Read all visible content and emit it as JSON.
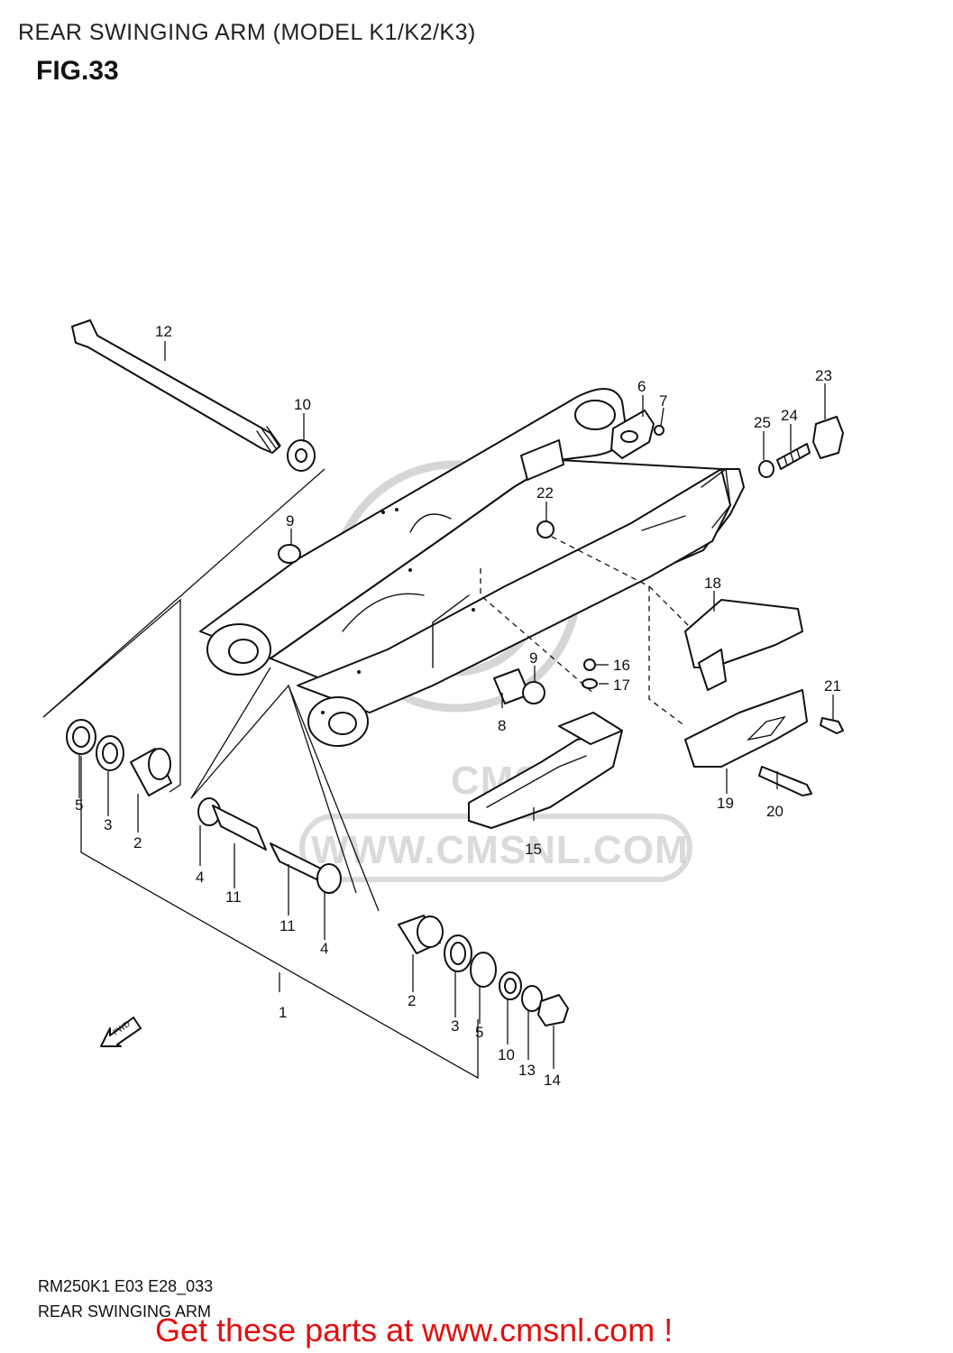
{
  "header": {
    "title": "REAR SWINGING ARM (MODEL K1/K2/K3)",
    "figure": "FIG.33"
  },
  "parts": [
    {
      "id": "p1",
      "number": "1"
    },
    {
      "id": "p2a",
      "number": "2"
    },
    {
      "id": "p2b",
      "number": "2"
    },
    {
      "id": "p3a",
      "number": "3"
    },
    {
      "id": "p3b",
      "number": "3"
    },
    {
      "id": "p4a",
      "number": "4"
    },
    {
      "id": "p4b",
      "number": "4"
    },
    {
      "id": "p5a",
      "number": "5"
    },
    {
      "id": "p5b",
      "number": "5"
    },
    {
      "id": "p6",
      "number": "6"
    },
    {
      "id": "p7",
      "number": "7"
    },
    {
      "id": "p8",
      "number": "8"
    },
    {
      "id": "p9a",
      "number": "9"
    },
    {
      "id": "p9b",
      "number": "9"
    },
    {
      "id": "p10a",
      "number": "10"
    },
    {
      "id": "p10b",
      "number": "10"
    },
    {
      "id": "p11a",
      "number": "11"
    },
    {
      "id": "p11b",
      "number": "11"
    },
    {
      "id": "p12",
      "number": "12"
    },
    {
      "id": "p13",
      "number": "13"
    },
    {
      "id": "p14",
      "number": "14"
    },
    {
      "id": "p15",
      "number": "15"
    },
    {
      "id": "p16",
      "number": "16"
    },
    {
      "id": "p17",
      "number": "17"
    },
    {
      "id": "p18",
      "number": "18"
    },
    {
      "id": "p19",
      "number": "19"
    },
    {
      "id": "p20",
      "number": "20"
    },
    {
      "id": "p21",
      "number": "21"
    },
    {
      "id": "p22",
      "number": "22"
    },
    {
      "id": "p23",
      "number": "23"
    },
    {
      "id": "p24",
      "number": "24"
    },
    {
      "id": "p25",
      "number": "25"
    }
  ],
  "direction_arrow": {
    "label": "FWD"
  },
  "watermark": {
    "text": "WWW.CMSNL.COM",
    "logo_text": "CMS"
  },
  "footer": {
    "code": "RM250K1 E03 E28_033",
    "name": "REAR SWINGING ARM",
    "promo": "Get these parts at www.cmsnl.com !",
    "promo_color": "#e01010"
  }
}
